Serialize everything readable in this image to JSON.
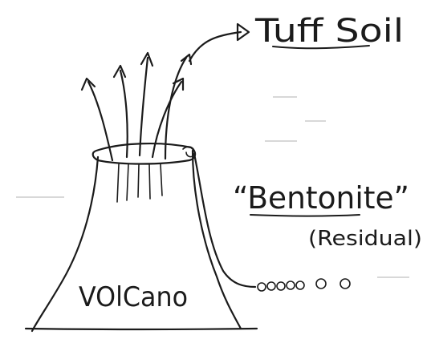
{
  "labels": {
    "tuff_soil": "Tuff Soil",
    "bentonite": "“Bentonite”",
    "residual": "(Residual)",
    "volcano": "VOlCano"
  },
  "icons": {
    "arrowheads": "arrow-head-icon",
    "residual_deposit": "circles-icon"
  },
  "colors": {
    "ink": "#1b1b1b",
    "paper": "#ffffff"
  }
}
